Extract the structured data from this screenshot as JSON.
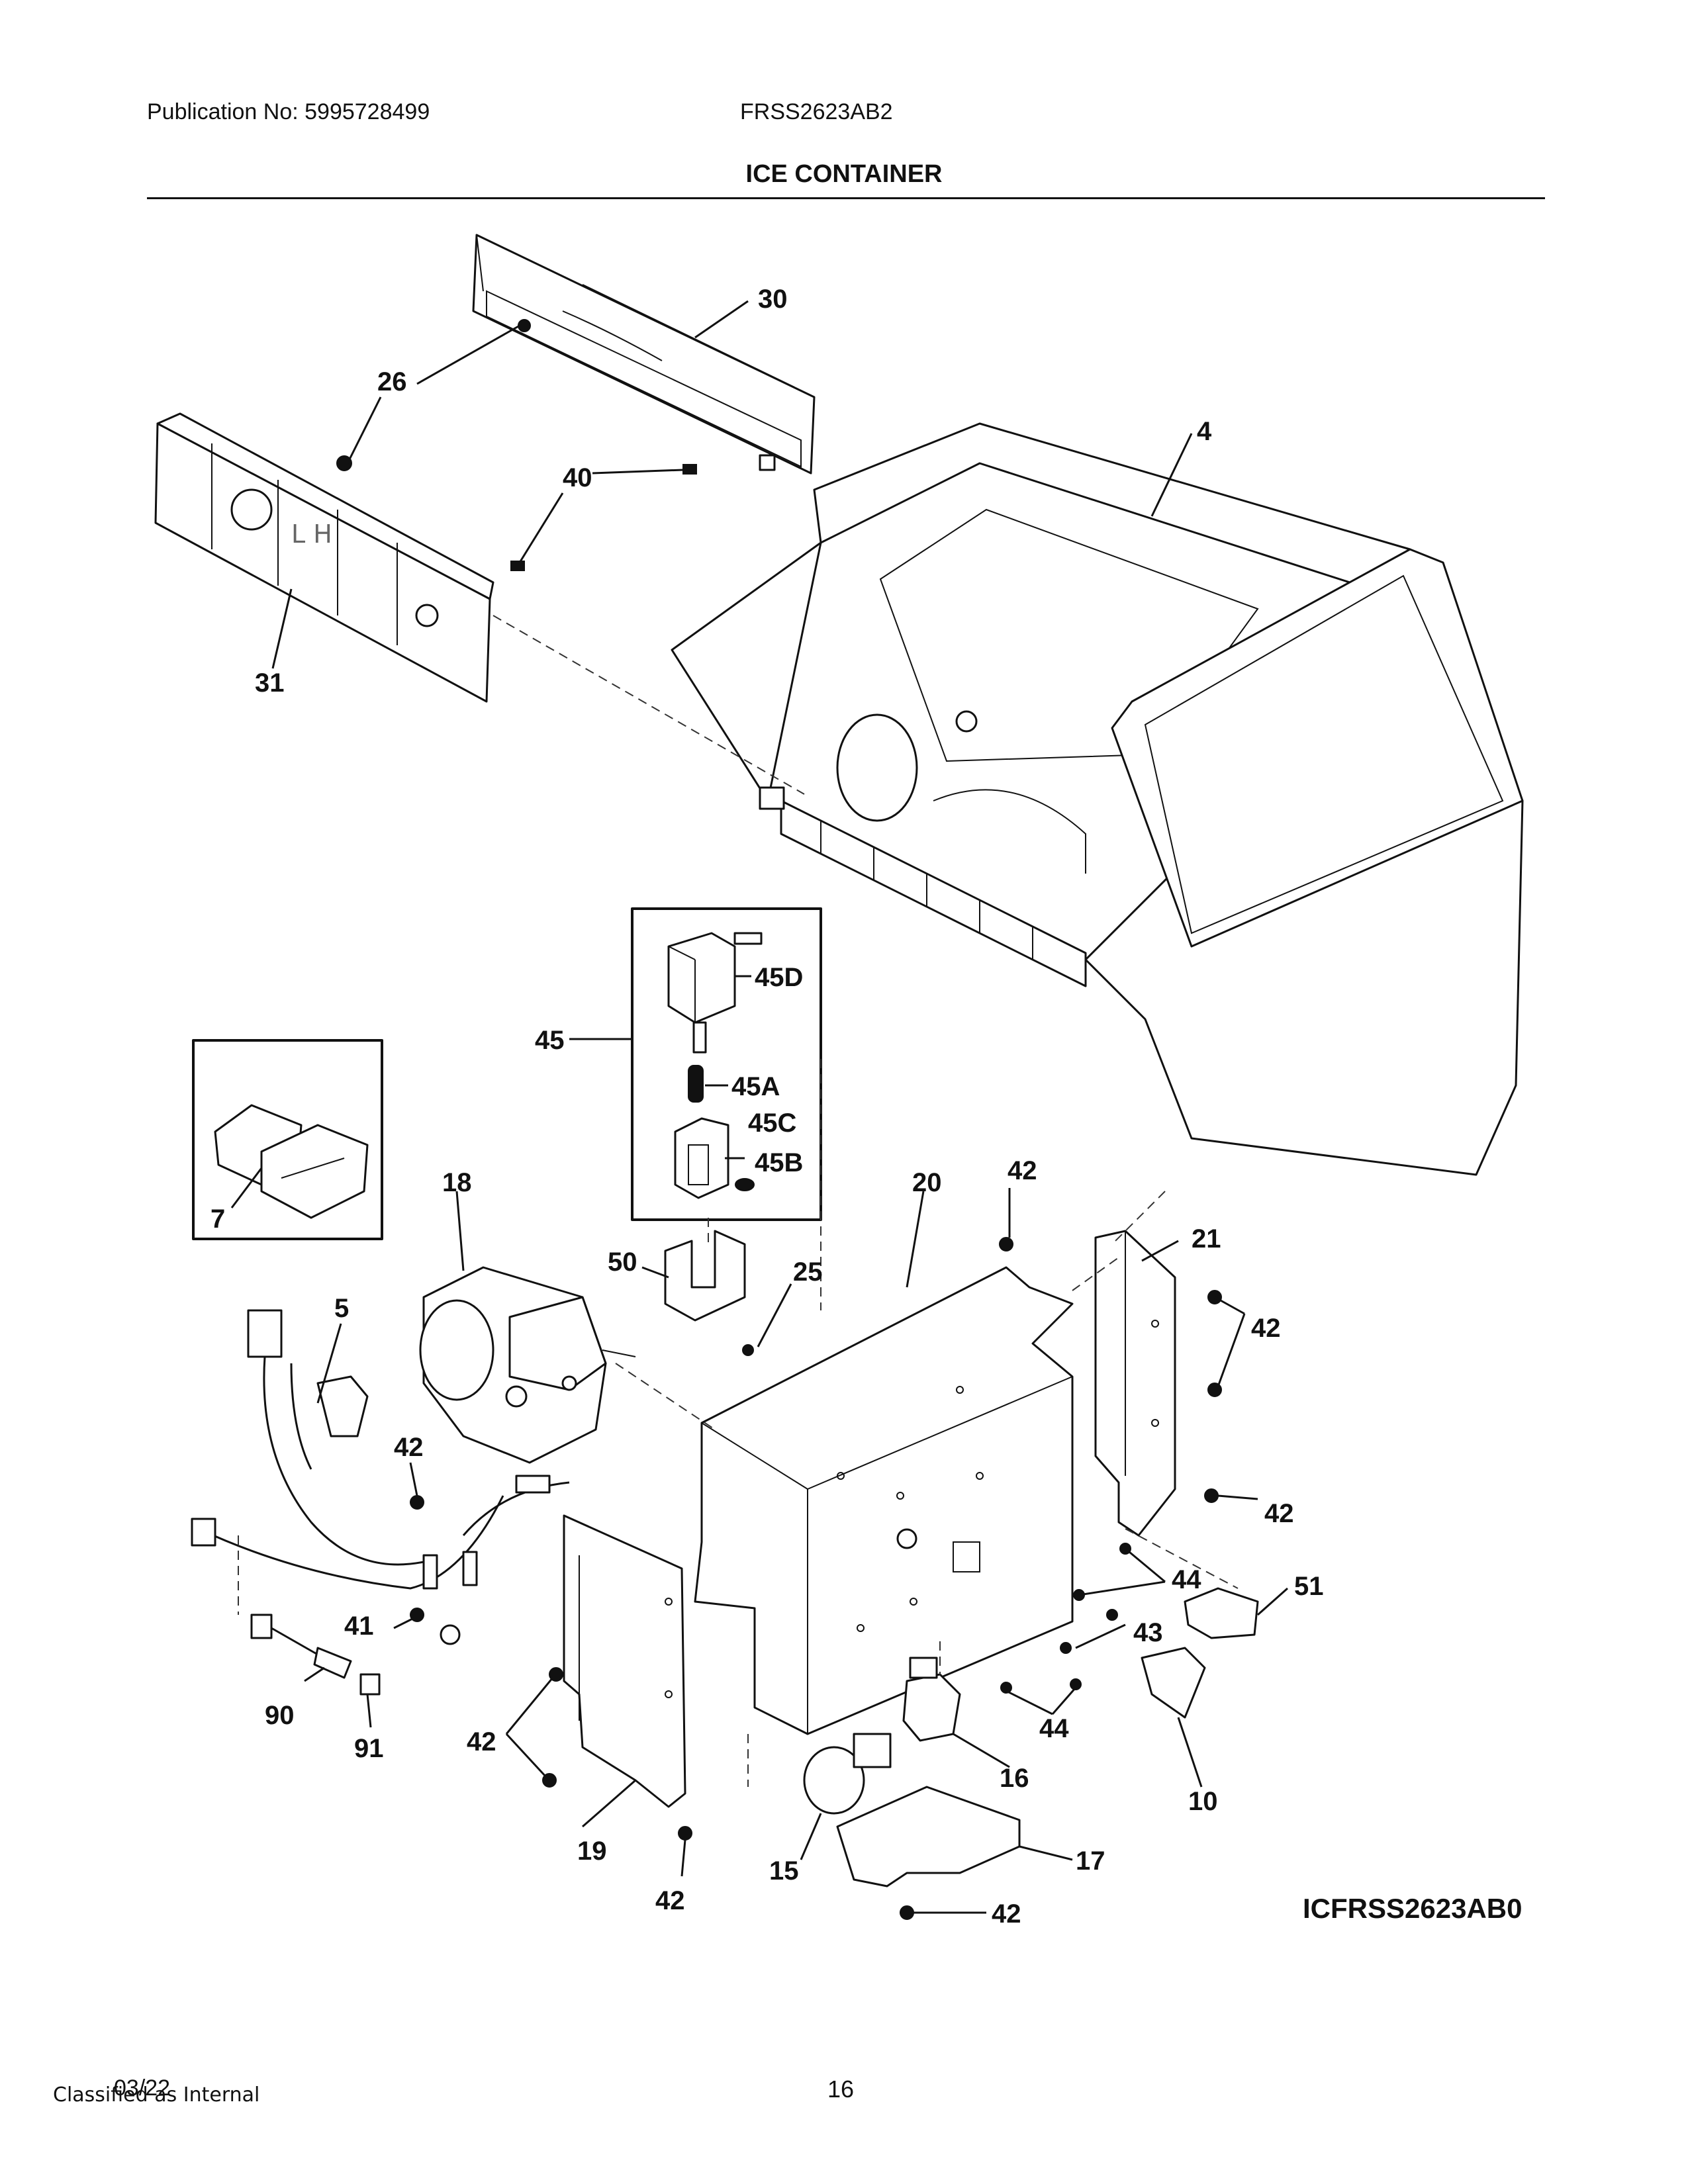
{
  "header": {
    "publication": "Publication No: 5995728499",
    "model": "FRSS2623AB2",
    "title": "ICE CONTAINER"
  },
  "diagram": {
    "callouts": [
      "30",
      "26",
      "4",
      "40",
      "31",
      "45D",
      "45",
      "45A",
      "45C",
      "45B",
      "7",
      "18",
      "20",
      "42",
      "21",
      "50",
      "25",
      "5",
      "42",
      "42",
      "42",
      "44",
      "51",
      "41",
      "43",
      "90",
      "91",
      "42",
      "44",
      "16",
      "10",
      "19",
      "15",
      "17",
      "42",
      "42"
    ]
  },
  "footer": {
    "drawing_code": "ICFRSS2623AB0",
    "date": "03/22",
    "classification": "Classified as Internal",
    "page": "16"
  }
}
